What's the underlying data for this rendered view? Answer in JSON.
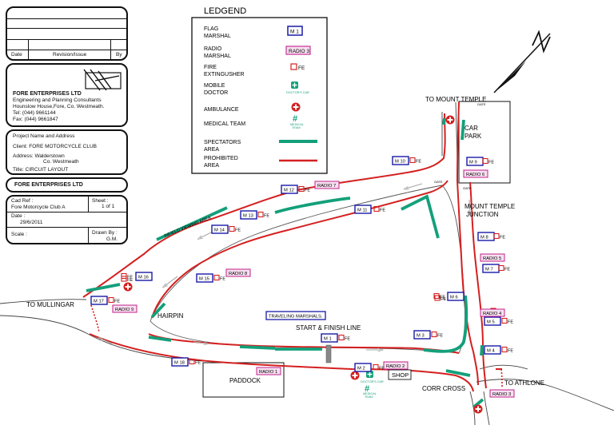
{
  "legend": {
    "title": "LEDGEND",
    "items": [
      {
        "label": "FLAG\nMARSHAL",
        "sample": "M 1"
      },
      {
        "label": "RADIO\nMARSHAL",
        "sample": "RADIO 3"
      },
      {
        "label": "FIRE\nEXTINGUSHER",
        "sample": "FE"
      },
      {
        "label": "MOBILE\nDOCTOR",
        "sample": "DOCTOR'S CAR"
      },
      {
        "label": "AMBULANCE",
        "sample": ""
      },
      {
        "label": "MEDICAL TEAM",
        "sample": "MEDICAL\nTEAM"
      },
      {
        "label": "SPECTATORS\nAREA",
        "sample": ""
      },
      {
        "label": "PROHIBITED\nAREA",
        "sample": ""
      }
    ]
  },
  "colors": {
    "flag_marshal": "#1a1aa8",
    "radio_marshal": "#c0208a",
    "fire_extinguisher": "#d42020",
    "spectators": "#13a07a",
    "prohibited": "#d42020",
    "track": "#555555"
  },
  "title_block": {
    "rev_headers": [
      "Date",
      "Revision/Issue",
      "By"
    ],
    "company": "FORE ENTERPRISES LTD",
    "company_sub": "Engineering and Planning Consultants",
    "address_line": "Hounslow House,Fore, Co. Westmeath.",
    "tel": "Tel:  (044)  9661144",
    "fax": "Fax:  (044)  9661847",
    "project_heading": "Project Name and Address",
    "client": "Client:   FORE MOTORCYCLE CLUB",
    "address1": "Address: Walderstown",
    "address2": "Co. Westmeath",
    "title": "Title:   CIRCUIT LAYOUT",
    "banner": "FORE ENTERPRISES LTD",
    "cad_ref_label": "Cad Ref :",
    "cad_ref": "Fore Motorcycle Club A",
    "sheet_label": "Sheet :",
    "sheet": "1  of 1",
    "date_label": "Date :",
    "date": "29/6/2011",
    "scale_label": "Scale :",
    "drawn_label": "Drawn By :",
    "drawn": "G.M."
  },
  "places": [
    "TO MOUNT TEMPLE",
    "CAR\nPARK",
    "MOUNT TEMPLE\nJUNCTION",
    "TO MULLINGAR",
    "HAIRPIN",
    "START  &  FINISH LINE",
    "PADDOCK",
    "SHOP",
    "CORR CROSS",
    "TO ATHLONE",
    "INFIELD VIEWING AREA",
    "TRAVELING MARSHALS.",
    "GATE"
  ],
  "flag_marshals": [
    "M 1",
    "M 2",
    "M 3",
    "M 4",
    "M 5",
    "M 6",
    "M 7",
    "M 8",
    "M 9",
    "M 10",
    "M 11",
    "M 12",
    "M 13",
    "M 14",
    "M 15",
    "M 16",
    "M 17",
    "M 18"
  ],
  "radio_marshals": [
    "RADIO 1",
    "RADIO 2",
    "RADIO 3",
    "RADIO 4",
    "RADIO 5",
    "RADIO 6",
    "RADIO 7",
    "RADIO 8",
    "RADIO 9"
  ],
  "fe_label": "FE"
}
